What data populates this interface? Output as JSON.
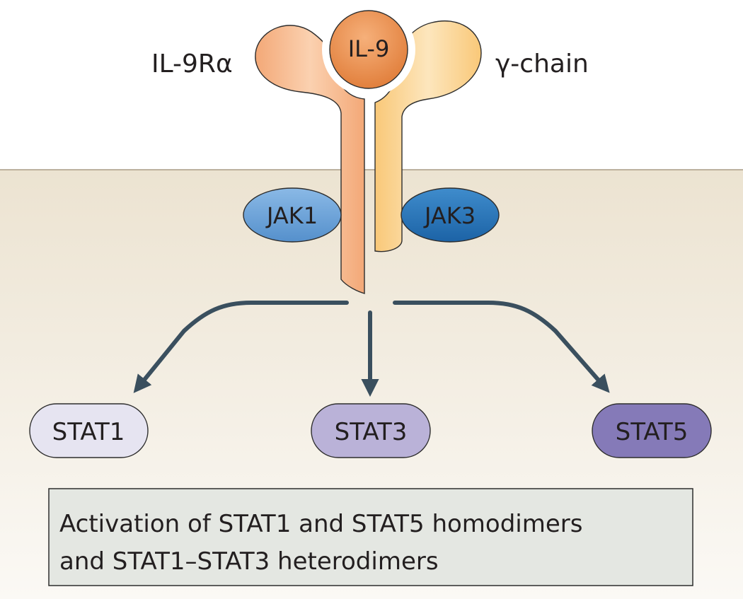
{
  "diagram": {
    "ligand": {
      "label": "IL-9"
    },
    "receptor_alpha": {
      "label": "IL-9Rα"
    },
    "receptor_gamma": {
      "label": "γ-chain"
    },
    "kinases": [
      {
        "label": "JAK1"
      },
      {
        "label": "JAK3"
      }
    ],
    "stats": [
      {
        "label": "STAT1"
      },
      {
        "label": "STAT3"
      },
      {
        "label": "STAT5"
      }
    ],
    "summary": {
      "line1": "Activation of STAT1 and STAT5 homodimers",
      "line2": "and STAT1–STAT3 heterodimers"
    }
  },
  "colors": {
    "membrane_top": "#ece3d1",
    "membrane_bottom": "#fbf9f5",
    "il9_receptor": "#f7b98a",
    "gamma_chain": "#fcd796",
    "il9_ligand": "#ea8c4c",
    "jak1": "#6fa3d8",
    "jak3": "#2c78ba",
    "stat1": "#e6e4f1",
    "stat3": "#bab2d8",
    "stat5": "#857ab8",
    "arrow": "#3a4f5e",
    "summary_box": "#e4e7e2"
  }
}
